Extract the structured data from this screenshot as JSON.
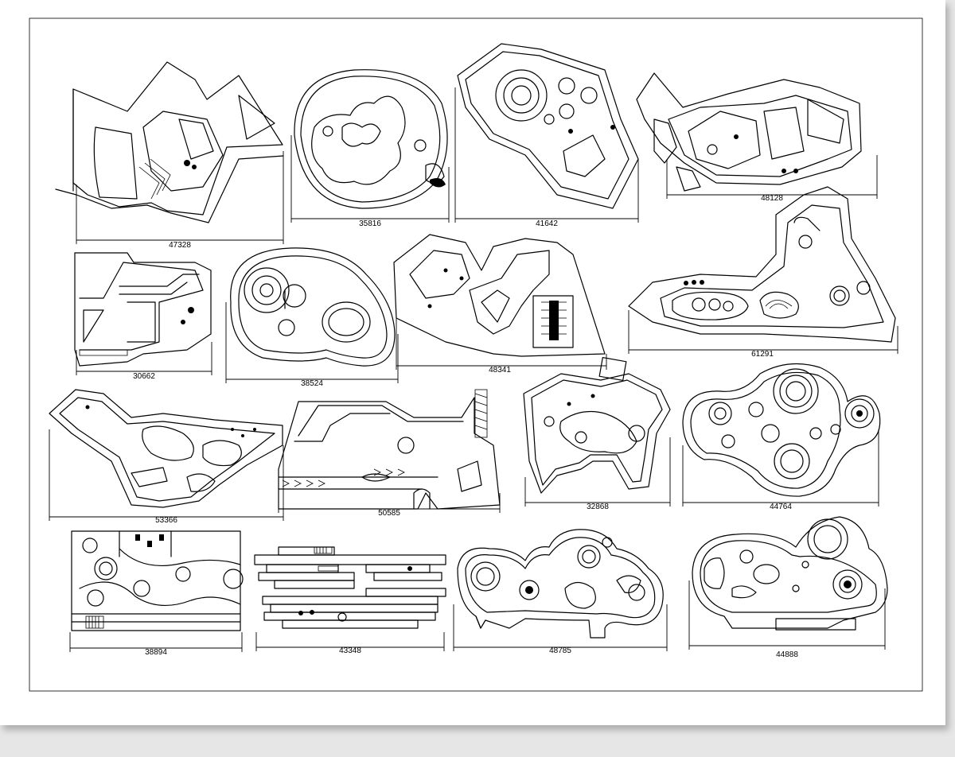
{
  "colors": {
    "background": "#e6e6e6",
    "sheet": "#ffffff",
    "ink": "#000000"
  },
  "plans": [
    {
      "id": "p1",
      "dimension": "47328"
    },
    {
      "id": "p2",
      "dimension": "35816"
    },
    {
      "id": "p3",
      "dimension": "41642"
    },
    {
      "id": "p4",
      "dimension": "48128"
    },
    {
      "id": "p5",
      "dimension": "30662"
    },
    {
      "id": "p6",
      "dimension": "38524"
    },
    {
      "id": "p7",
      "dimension": "48341"
    },
    {
      "id": "p8",
      "dimension": "61291"
    },
    {
      "id": "p9",
      "dimension": "53366"
    },
    {
      "id": "p10",
      "dimension": "50585"
    },
    {
      "id": "p11",
      "dimension": "32868"
    },
    {
      "id": "p12",
      "dimension": "44764"
    },
    {
      "id": "p13",
      "dimension": "38894"
    },
    {
      "id": "p14",
      "dimension": "43348"
    },
    {
      "id": "p15",
      "dimension": "48785"
    },
    {
      "id": "p16",
      "dimension": "44888"
    }
  ]
}
